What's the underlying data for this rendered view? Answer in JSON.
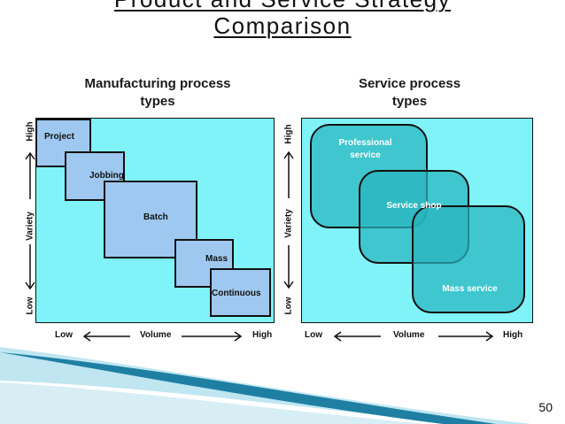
{
  "title": {
    "line1": "Product and Service Strategy",
    "line2": "Comparison"
  },
  "manufacturing": {
    "heading_line1": "Manufacturing process",
    "heading_line2": "types",
    "boxes": {
      "project": "Project",
      "jobbing": "Jobbing",
      "batch": "Batch",
      "mass": "Mass",
      "continuous": "Continuous"
    },
    "x_axis": {
      "low": "Low",
      "label": "Volume",
      "high": "High"
    },
    "y_axis": {
      "low": "Low",
      "label": "Variety",
      "high": "High"
    }
  },
  "service": {
    "heading_line1": "Service process",
    "heading_line2": "types",
    "boxes": {
      "professional_line1": "Professional",
      "professional_line2": "service",
      "shop": "Service shop",
      "mass": "Mass service"
    },
    "x_axis": {
      "low": "Low",
      "label": "Volume",
      "high": "High"
    },
    "y_axis": {
      "low": "Low",
      "label": "Variety",
      "high": "High"
    }
  },
  "page_number": "50",
  "colors": {
    "panel": "#7ff3f8",
    "manufacturing_box": "#9ec8ef",
    "service_box": "#28b4be",
    "ribbon_dark": "#1f7fa3",
    "ribbon_light": "#bfe6f1"
  }
}
